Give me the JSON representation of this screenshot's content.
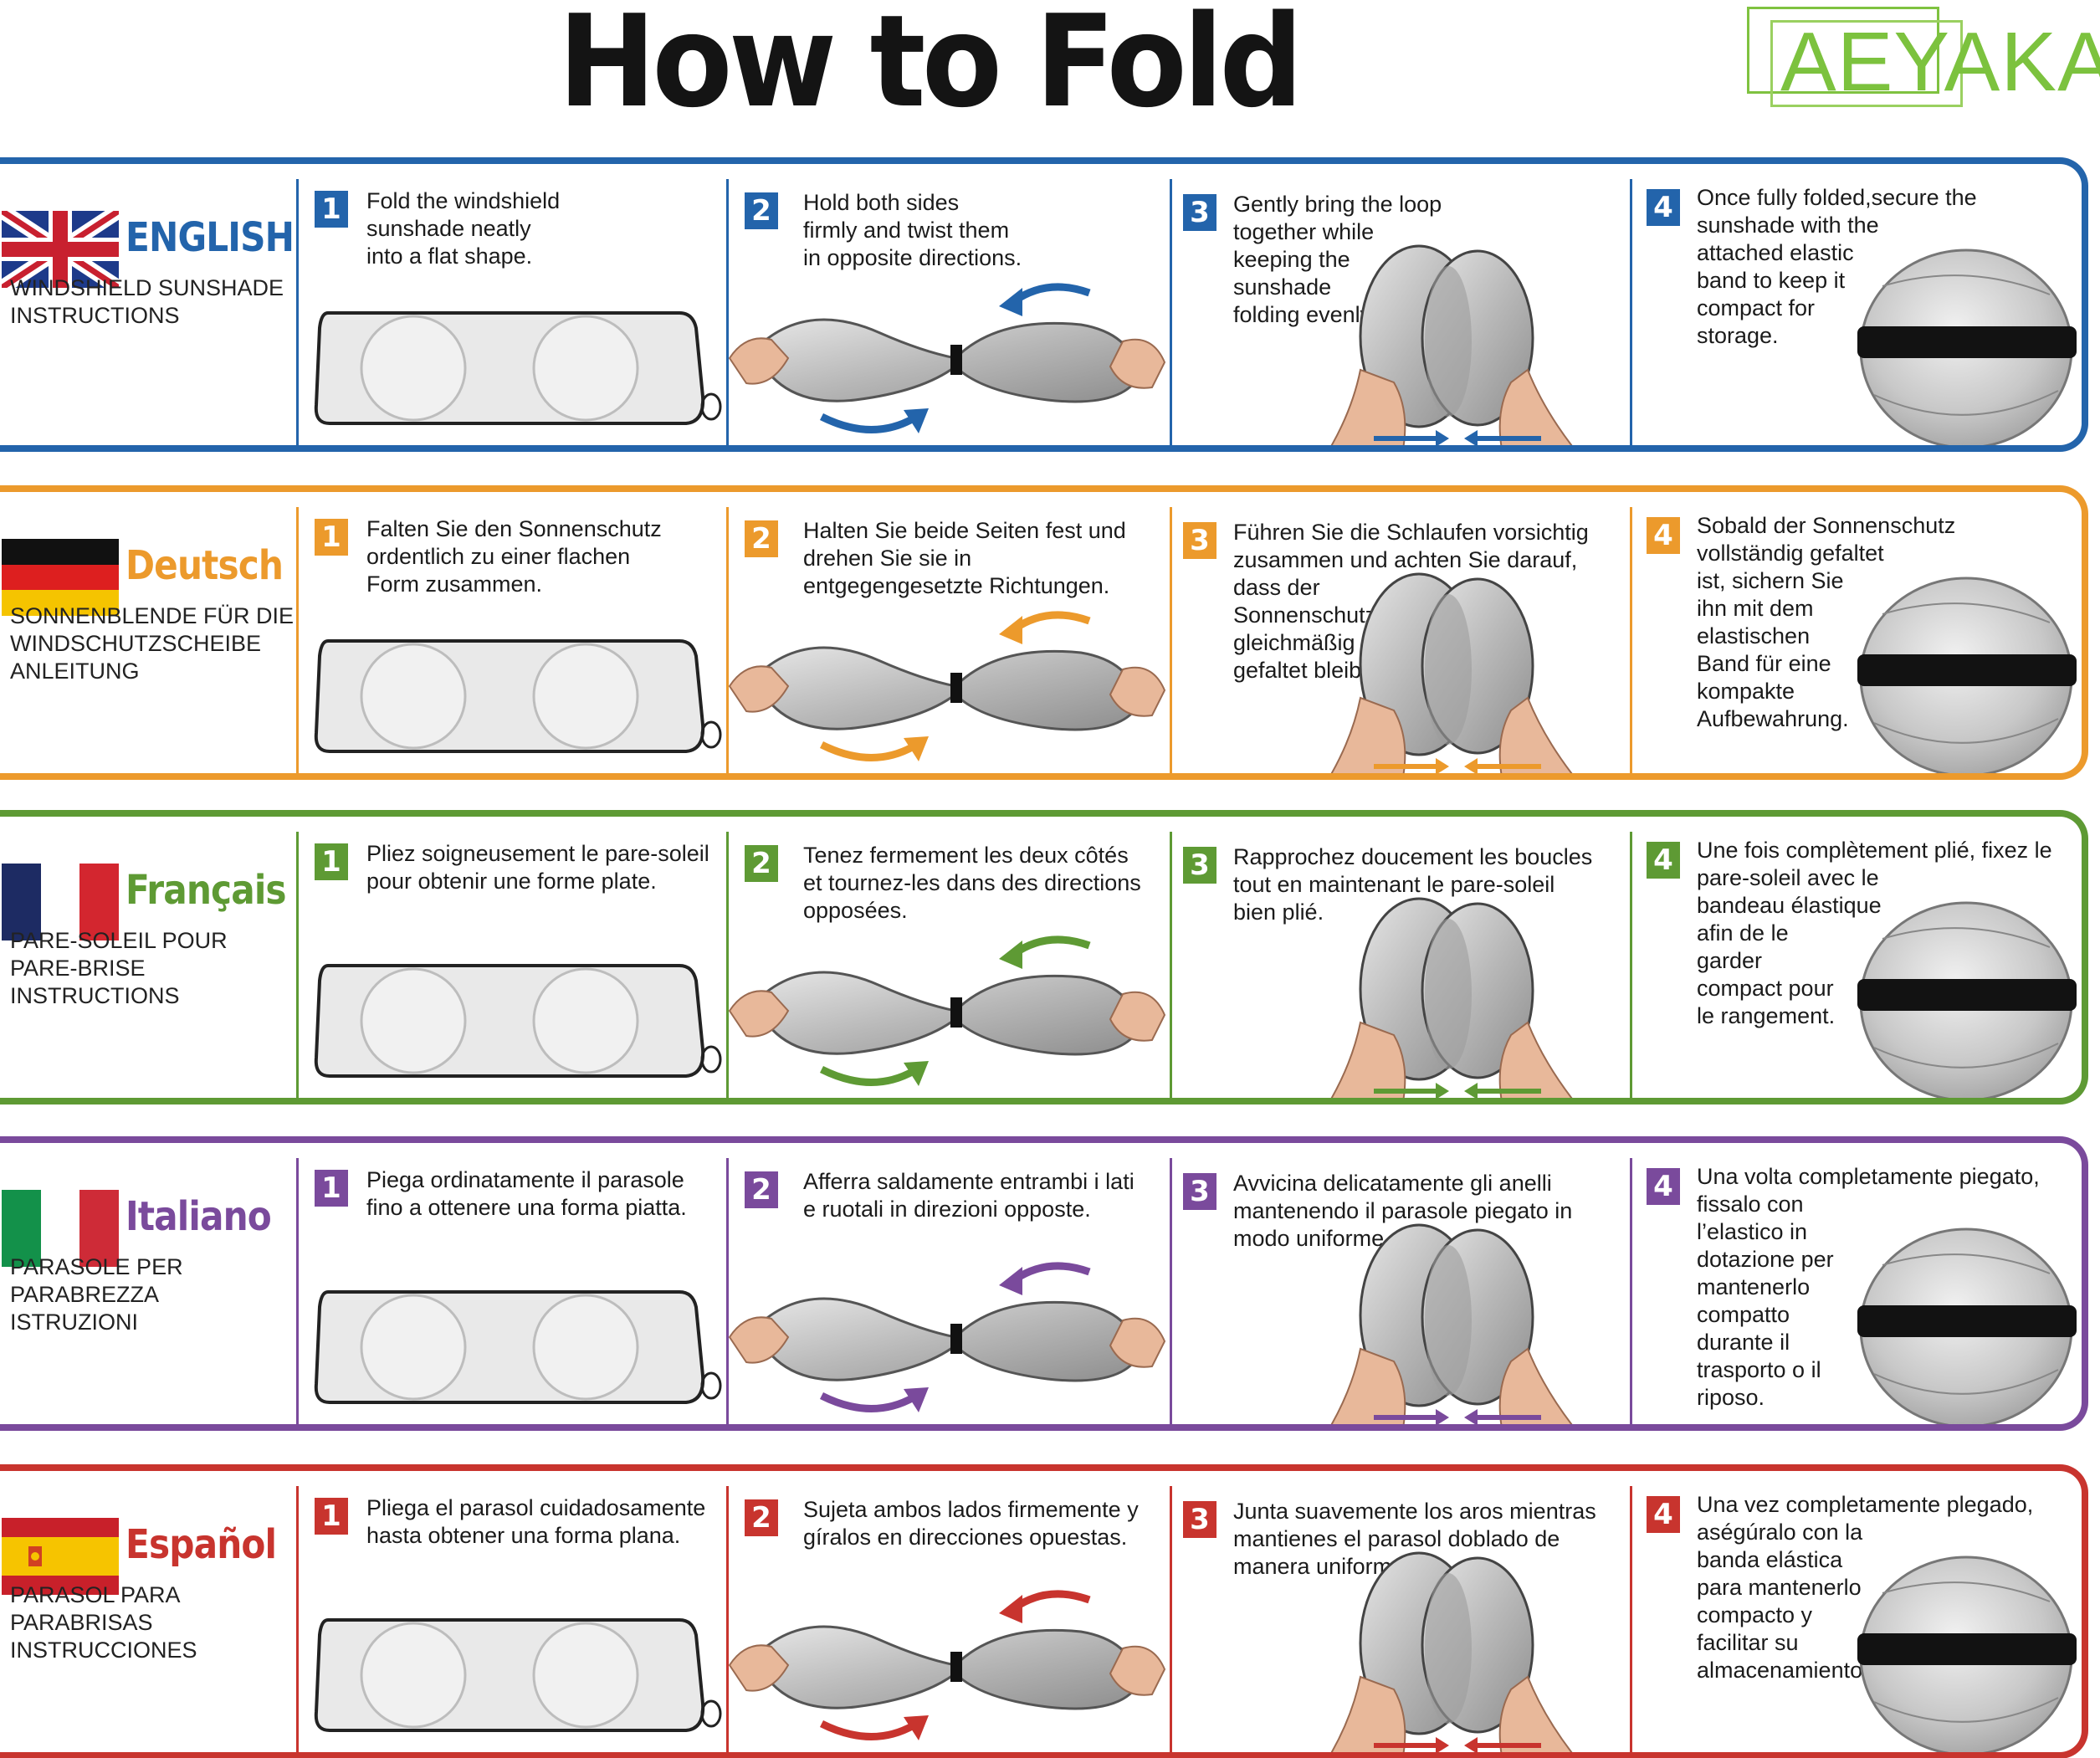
{
  "header": {
    "title": "How to Fold",
    "brand": "AEYAKA"
  },
  "panels": [
    {
      "language": "ENGLISH",
      "flag": "uk-flag-icon",
      "color": "#2364ab",
      "subtitle": "WINDSHIELD SUNSHADE\nINSTRUCTIONS",
      "steps": [
        {
          "number": "1",
          "text": "Fold the windshield\nsunshade neatly\ninto a flat shape."
        },
        {
          "number": "2",
          "text": "Hold both sides\nfirmly and twist them\nin opposite directions."
        },
        {
          "number": "3",
          "text": "Gently bring the loop\ntogether while\nkeeping the\nsunshade\nfolding evenly."
        },
        {
          "number": "4",
          "text": "Once fully folded,secure the\nsunshade with the\nattached elastic\nband to keep it\ncompact for\nstorage."
        }
      ]
    },
    {
      "language": "Deutsch",
      "flag": "german-flag-icon",
      "color": "#ec9a2c",
      "subtitle": "SONNENBLENDE FÜR DIE\nWINDSCHUTZSCHEIBE\nANLEITUNG",
      "steps": [
        {
          "number": "1",
          "text": "Falten Sie den Sonnenschutz\nordentlich zu einer flachen\nForm zusammen."
        },
        {
          "number": "2",
          "text": "Halten Sie beide Seiten fest und\ndrehen Sie sie in\nentgegengesetzte Richtungen."
        },
        {
          "number": "3",
          "text": "Führen Sie die Schlaufen vorsichtig\nzusammen und achten Sie darauf,\ndass der\nSonnenschutz\ngleichmäßig\ngefaltet bleibt."
        },
        {
          "number": "4",
          "text": "Sobald der Sonnenschutz\nvollständig gefaltet\n ist, sichern Sie\nihn mit dem\nelastischen\nBand für eine\nkompakte\nAufbewahrung."
        }
      ]
    },
    {
      "language": "Français",
      "flag": "french-flag-icon",
      "color": "#5e9a34",
      "subtitle": "PARE-SOLEIL POUR\nPARE-BRISE\nINSTRUCTIONS",
      "steps": [
        {
          "number": "1",
          "text": "Pliez soigneusement le pare-soleil\npour obtenir une forme plate."
        },
        {
          "number": "2",
          "text": "Tenez fermement les deux côtés\net tournez-les dans des directions\nopposées."
        },
        {
          "number": "3",
          "text": "Rapprochez doucement les boucles\ntout en maintenant le pare-soleil\nbien plié."
        },
        {
          "number": "4",
          "text": "Une fois complètement plié, fixez le\npare-soleil avec le\nbandeau élastique\n afin de le\ngarder\ncompact pour\nle rangement."
        }
      ]
    },
    {
      "language": "Italiano",
      "flag": "italian-flag-icon",
      "color": "#7a4a9c",
      "subtitle": "PARASOLE PER\nPARABREZZA\nISTRUZIONI",
      "steps": [
        {
          "number": "1",
          "text": "Piega ordinatamente il parasole\nfino a ottenere una forma piatta."
        },
        {
          "number": "2",
          "text": "Afferra saldamente entrambi i lati\ne ruotali in direzioni opposte."
        },
        {
          "number": "3",
          "text": "Avvicina delicatamente gli anelli\nmantenendo il parasole piegato in\nmodo uniforme."
        },
        {
          "number": "4",
          "text": "Una volta completamente piegato,\nfissalo con\nl’elastico in\ndotazione per\nmantenerlo\ncompatto\ndurante il\ntrasporto o il\nriposo."
        }
      ]
    },
    {
      "language": "Español",
      "flag": "spanish-flag-icon",
      "color": "#c8342e",
      "subtitle": "PARASOL PARA\nPARABRISAS\nINSTRUCCIONES",
      "steps": [
        {
          "number": "1",
          "text": "Pliega el parasol cuidadosamente\nhasta obtener una forma plana."
        },
        {
          "number": "2",
          "text": "Sujeta ambos lados firmemente y\ngíralos en direcciones opuestas."
        },
        {
          "number": "3",
          "text": "Junta suavemente los aros mientras\nmantienes el parasol doblado de\nmanera uniforme."
        },
        {
          "number": "4",
          "text": "Una vez completamente plegado,\naségúralo con la\nbanda elástica\npara mantenerlo\ncompacto y\nfacilitar su\nalmacenamiento."
        }
      ]
    }
  ]
}
